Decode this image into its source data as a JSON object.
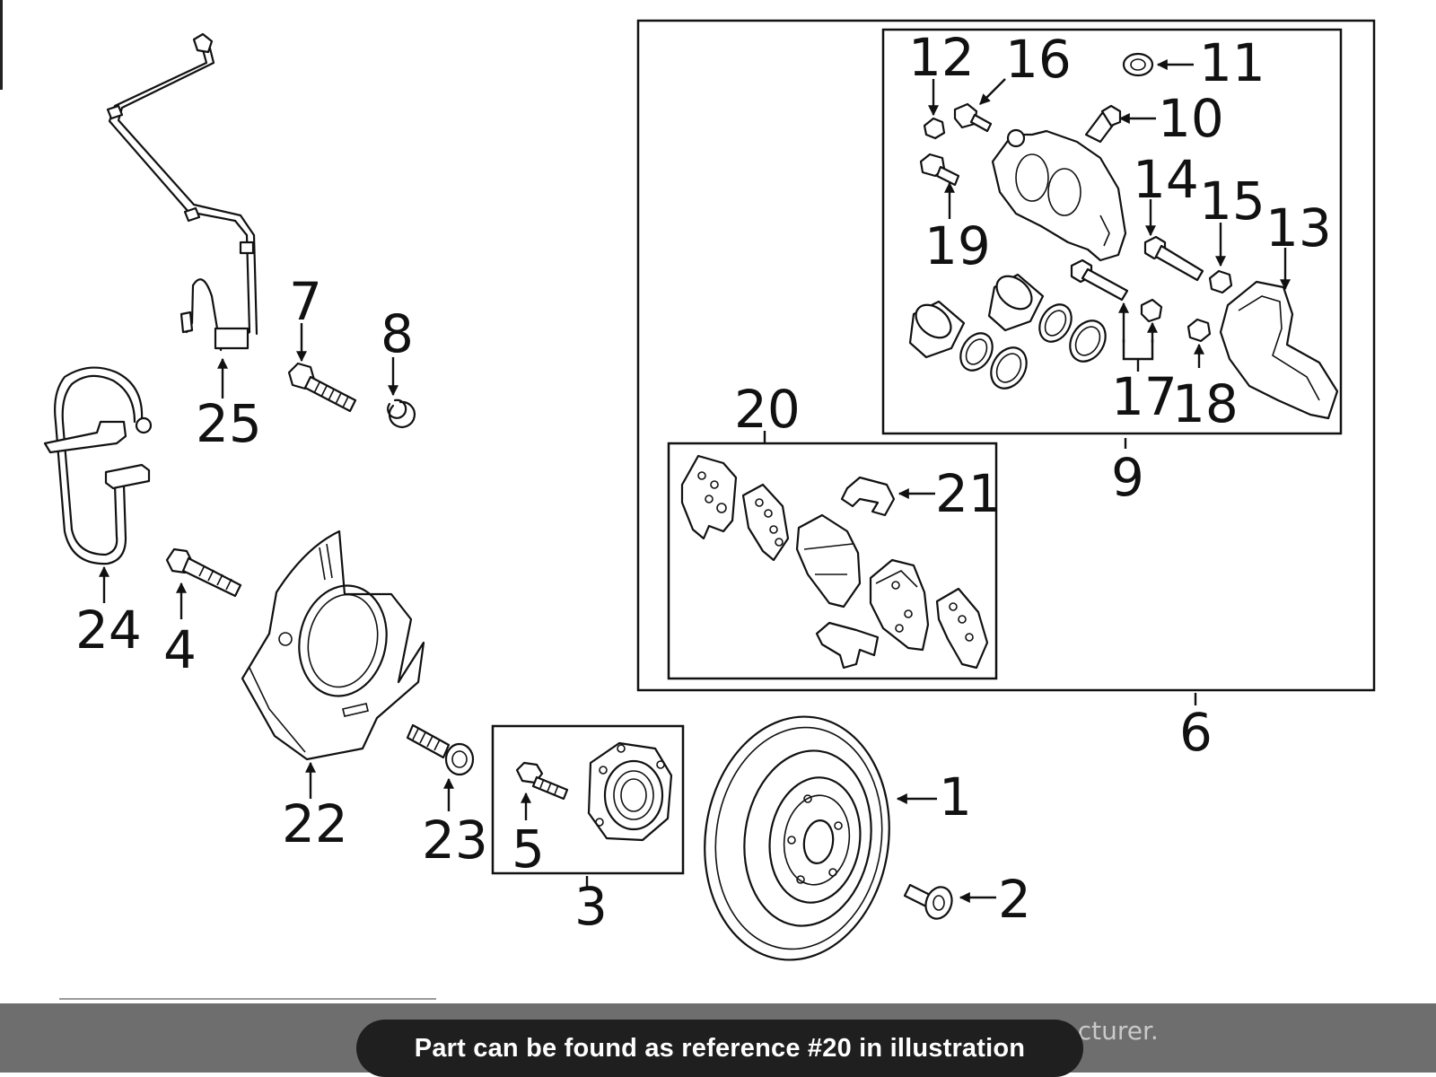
{
  "callouts": {
    "c1": "1",
    "c2": "2",
    "c3": "3",
    "c4": "4",
    "c5": "5",
    "c6": "6",
    "c7": "7",
    "c8": "8",
    "c9": "9",
    "c10": "10",
    "c11": "11",
    "c12": "12",
    "c13": "13",
    "c14": "14",
    "c15": "15",
    "c16": "16",
    "c17": "17",
    "c18": "18",
    "c19": "19",
    "c20": "20",
    "c21": "21",
    "c22": "22",
    "c23": "23",
    "c24": "24",
    "c25": "25"
  },
  "background": {
    "page_text": "ordering from the manufacturer."
  },
  "toast": {
    "message": "Part can be found as reference #20 in illustration"
  },
  "colors": {
    "line": "#111111",
    "overlay": "#6e6e6e",
    "toast_bg": "#1f1f1f",
    "toast_text": "#ffffff"
  }
}
